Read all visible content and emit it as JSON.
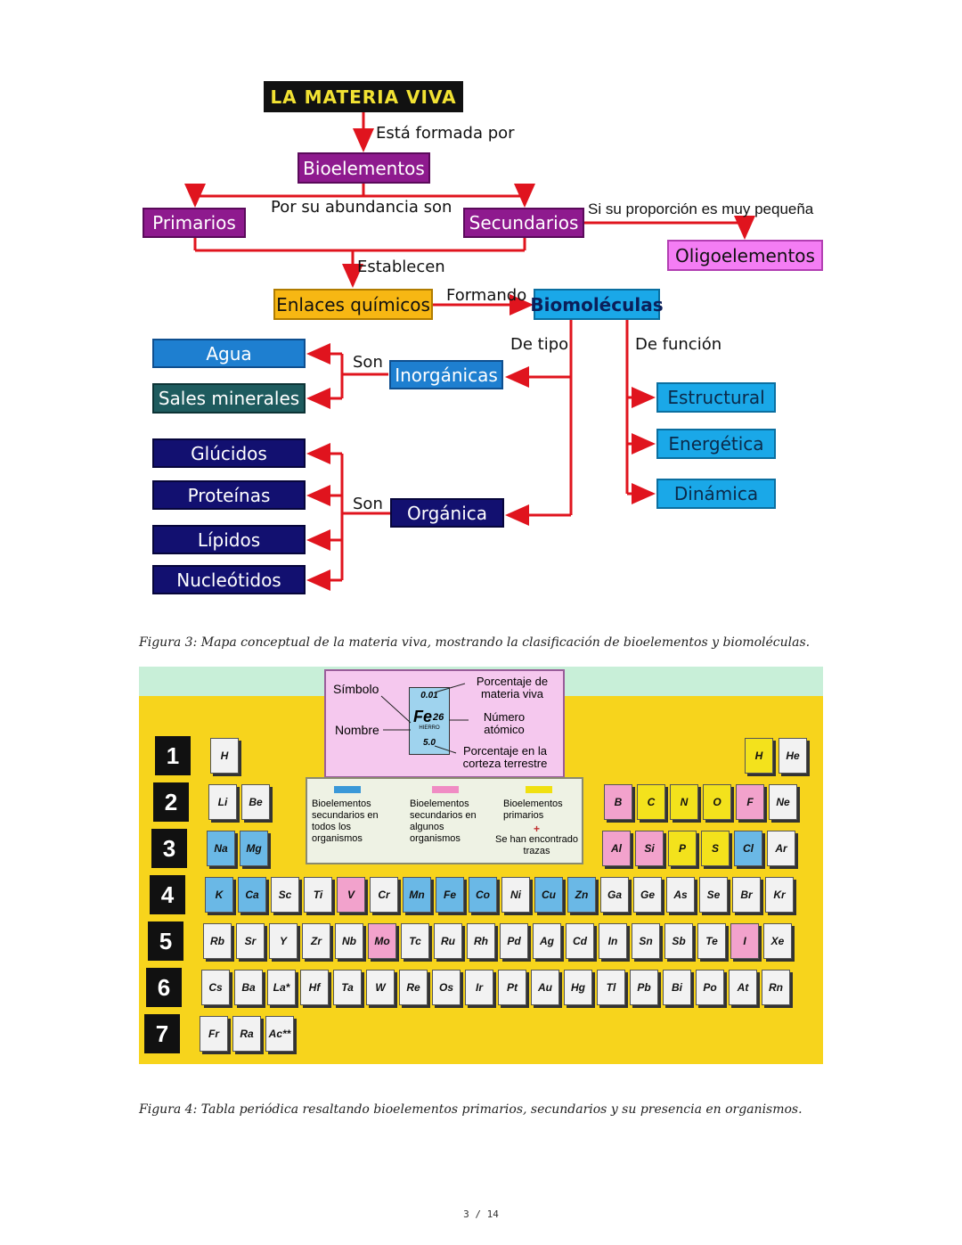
{
  "concept_map": {
    "title": "LA MATERIA VIVA",
    "link_formada": "Está formada por",
    "bioelementos": "Bioelementos",
    "link_abundancia": "Por su abundancia son",
    "primarios": "Primarios",
    "secundarios": "Secundarios",
    "link_proporcion": "Si su proporción es muy pequeña",
    "oligoelementos": "Oligoelementos",
    "link_establecen": "Establecen",
    "enlaces": "Enlaces químicos",
    "link_formando": "Formando",
    "biomoleculas": "Biomoléculas",
    "link_tipo": "De tipo",
    "link_funcion": "De función",
    "link_son_1": "Son",
    "link_son_2": "Son",
    "inorganicas": "Inorgánicas",
    "organica": "Orgánica",
    "agua": "Agua",
    "sales": "Sales minerales",
    "glucidos": "Glúcidos",
    "proteinas": "Proteínas",
    "lipidos": "Lípidos",
    "nucleotidos": "Nucleótidos",
    "estructural": "Estructural",
    "energetica": "Energética",
    "dinamica": "Dinámica"
  },
  "caption3": "Figura 3: Mapa conceptual de la materia viva, mostrando la clasificación de bioelementos y biomoléculas.",
  "ptable": {
    "key": {
      "simbolo": "Símbolo",
      "nombre": "Nombre",
      "pct_materia": "Porcentaje de materia viva",
      "numero": "Número atómico",
      "pct_corteza": "Porcentaje en la corteza terrestre",
      "example_symbol": "Fe",
      "example_number": "26",
      "example_name": "HIERRO",
      "example_top": "0.01",
      "example_bottom": "5.0"
    },
    "legend": {
      "blue": "Bioelementos secundarios en todos los organismos",
      "pink": "Bioelementos secundarios en algunos organismos",
      "yellow": "Bioelementos primarios",
      "plus_sign": "+",
      "plus_note": "Se han encontrado trazas"
    },
    "rows": [
      "1",
      "2",
      "3",
      "4",
      "5",
      "6",
      "7"
    ],
    "colors": {
      "yellow": "#f3e21c",
      "blue": "#6ab8e6",
      "pink": "#f2a2cc",
      "white": "#f2f2f2"
    }
  },
  "caption4": "Figura 4: Tabla periódica resaltando bioelementos primarios, secundarios y su presencia en organismos.",
  "page_number": "3 / 14"
}
